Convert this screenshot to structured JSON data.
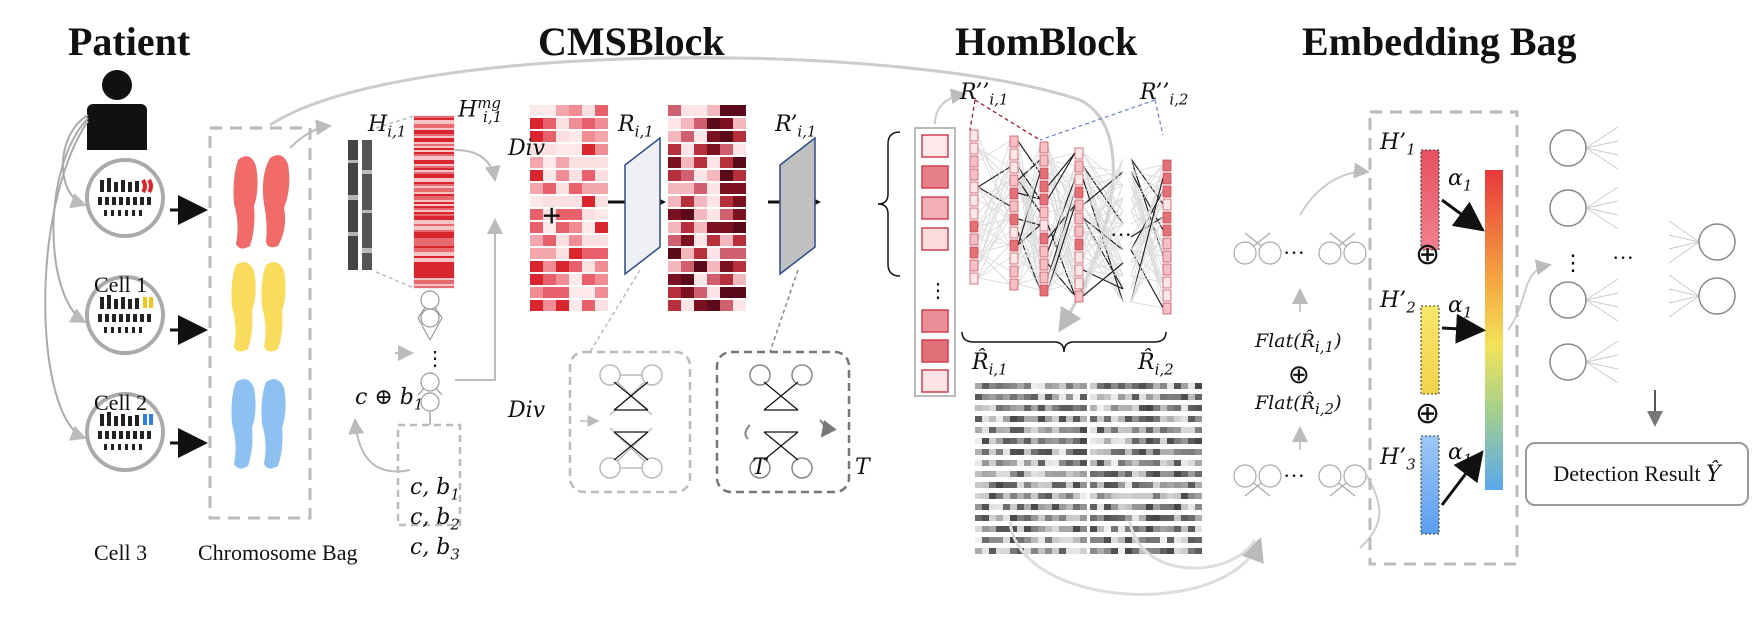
{
  "sections": {
    "patient": "Patient",
    "cmsblock": "CMSBlock",
    "homblock": "HomBlock",
    "embedding_bag": "Embedding Bag"
  },
  "cells": [
    "Cell 1",
    "Cell 2",
    "Cell 3"
  ],
  "chromosome_bag": "Chromosome Bag",
  "labels": {
    "H": "H",
    "H_sub": "i,1",
    "Hmg": "H",
    "Hmg_sup": "mg",
    "Hmg_sub": "i,1",
    "div_top": "Div",
    "div_bottom": "Div",
    "plus": "+",
    "cb1": "c ⊕ b",
    "cb1_sub": "1",
    "cb_list": [
      {
        "text": "c, b",
        "sub": "1"
      },
      {
        "text": "c, b",
        "sub": "2"
      },
      {
        "text": "c, b",
        "sub": "3"
      }
    ],
    "R": "R",
    "R_sub": "i,1",
    "Rp": "R’",
    "Rp_sub": "i,1",
    "T_left": "T",
    "T_right": "T",
    "Rpp1": "R’’",
    "Rpp1_sub": "i,1",
    "Rpp2": "R’’",
    "Rpp2_sub": "i,2",
    "Rhat1": "R̂",
    "Rhat1_sub": "i,1",
    "Rhat2": "R̂",
    "Rhat2_sub": "i,2",
    "flat1": "Flat(R̂",
    "flat1_sub": "i,1",
    "oplus": "⊕",
    "flat2": "Flat(R̂",
    "flat2_sub": "i,2",
    "ellipsis": "···",
    "Hp1": "H’",
    "Hp1_sub": "1",
    "Hp2": "H’",
    "Hp2_sub": "2",
    "Hp3": "H’",
    "Hp3_sub": "3",
    "alpha": "α",
    "alpha_sub": "1",
    "detection": "Detection Result",
    "yhat": "Ŷ"
  },
  "colors": {
    "cell1": "#f26b6b",
    "cell2": "#f9dc5c",
    "cell3": "#8cc1f2",
    "accent_red": "#d9262e",
    "dark_red": "#7a1020",
    "gray": "#a0a0a0"
  }
}
